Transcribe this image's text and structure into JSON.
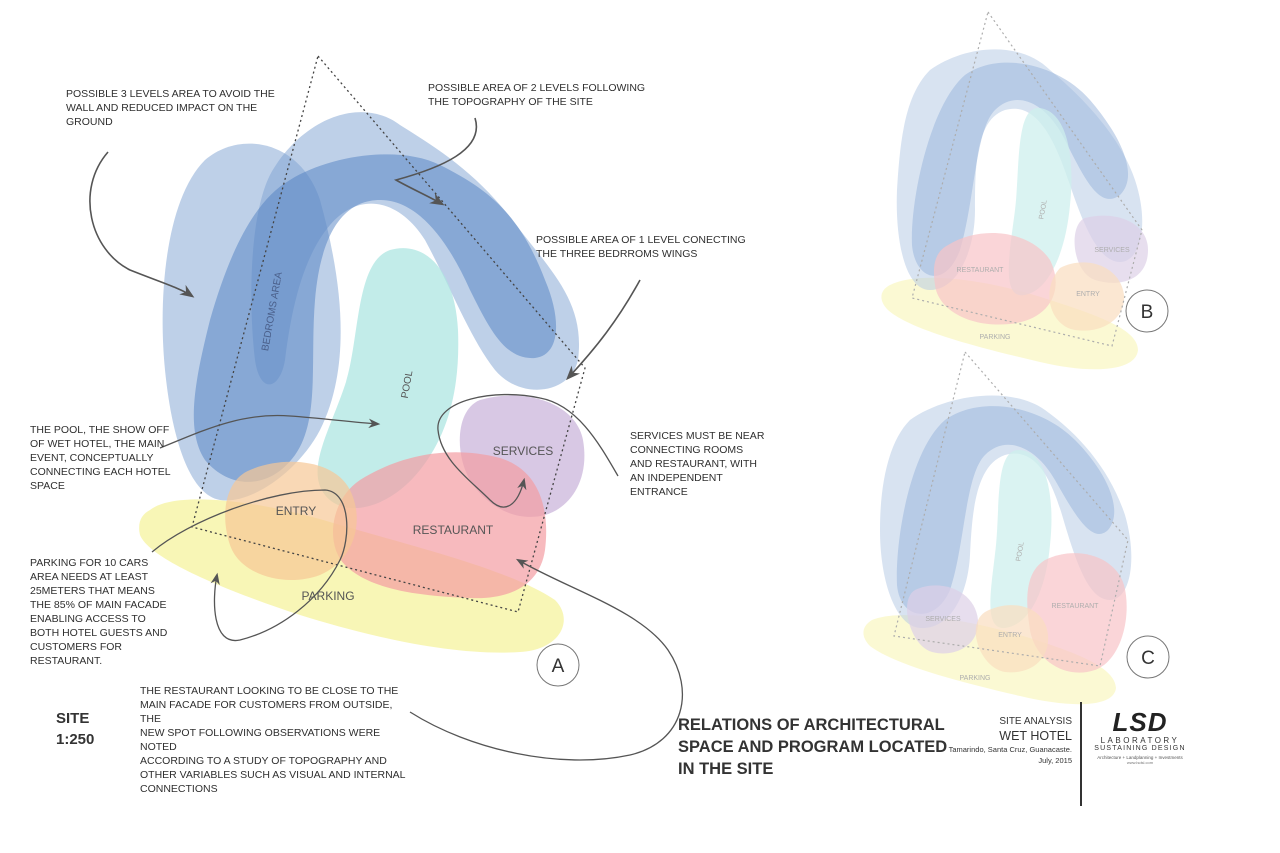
{
  "colors": {
    "bedrooms": "#7ea1d2",
    "bedrooms_dark": "#4f7fc2",
    "pool": "#aee6e2",
    "services": "#c8b0d9",
    "restaurant": "#f39ca3",
    "entry": "#f6c895",
    "parking": "#f6f39d",
    "arrow": "#555555",
    "site_line": "#444444"
  },
  "zones": {
    "bedrooms": "BEDROMS AREA",
    "pool": "POOL",
    "services": "SERVICES",
    "entry": "ENTRY",
    "restaurant": "RESTAURANT",
    "parking": "PARKING"
  },
  "notes": {
    "three_levels": "POSSIBLE 3 LEVELS AREA TO AVOID THE\nWALL AND REDUCED IMPACT ON THE\nGROUND",
    "two_levels": "POSSIBLE AREA OF 2 LEVELS FOLLOWING\nTHE TOPOGRAPHY OF THE SITE",
    "one_level": "POSSIBLE AREA OF 1 LEVEL CONECTING\nTHE THREE BEDRROMS WINGS",
    "pool": "THE POOL, THE SHOW OFF\nOF WET HOTEL, THE MAIN\nEVENT, CONCEPTUALLY\nCONNECTING EACH HOTEL\nSPACE",
    "services": "SERVICES MUST BE NEAR\nCONNECTING ROOMS\nAND RESTAURANT, WITH\nAN INDEPENDENT\nENTRANCE",
    "parking": "PARKING FOR 10 CARS\nAREA NEEDS AT LEAST\n25METERS THAT MEANS\nTHE 85% OF MAIN FACADE\nENABLING ACCESS TO\nBOTH HOTEL GUESTS AND\nCUSTOMERS FOR\nRESTAURANT.",
    "restaurant": "THE RESTAURANT LOOKING TO BE CLOSE TO THE\nMAIN FACADE FOR CUSTOMERS FROM OUTSIDE, THE\nNEW SPOT FOLLOWING OBSERVATIONS WERE NOTED\nACCORDING TO A STUDY OF TOPOGRAPHY AND\nOTHER VARIABLES SUCH AS VISUAL AND INTERNAL\nCONNECTIONS"
  },
  "options": {
    "a": "A",
    "b": "B",
    "c": "C"
  },
  "scale_label": "SITE\n1:250",
  "main_title": "RELATIONS OF ARCHITECTURAL SPACE AND PROGRAM LOCATED IN THE SITE",
  "info": {
    "label": "SITE ANALYSIS",
    "project": "WET HOTEL",
    "location": "Tamarindo, Santa Cruz, Guanacaste.",
    "date": "July, 2015"
  },
  "logo": {
    "letters": "LSD",
    "line1": "LABORATORY",
    "line2": "SUSTAINING    DESIGN",
    "line3": "Architecture + Landplanning + Investments",
    "line4": "www.lsdsl.com"
  }
}
